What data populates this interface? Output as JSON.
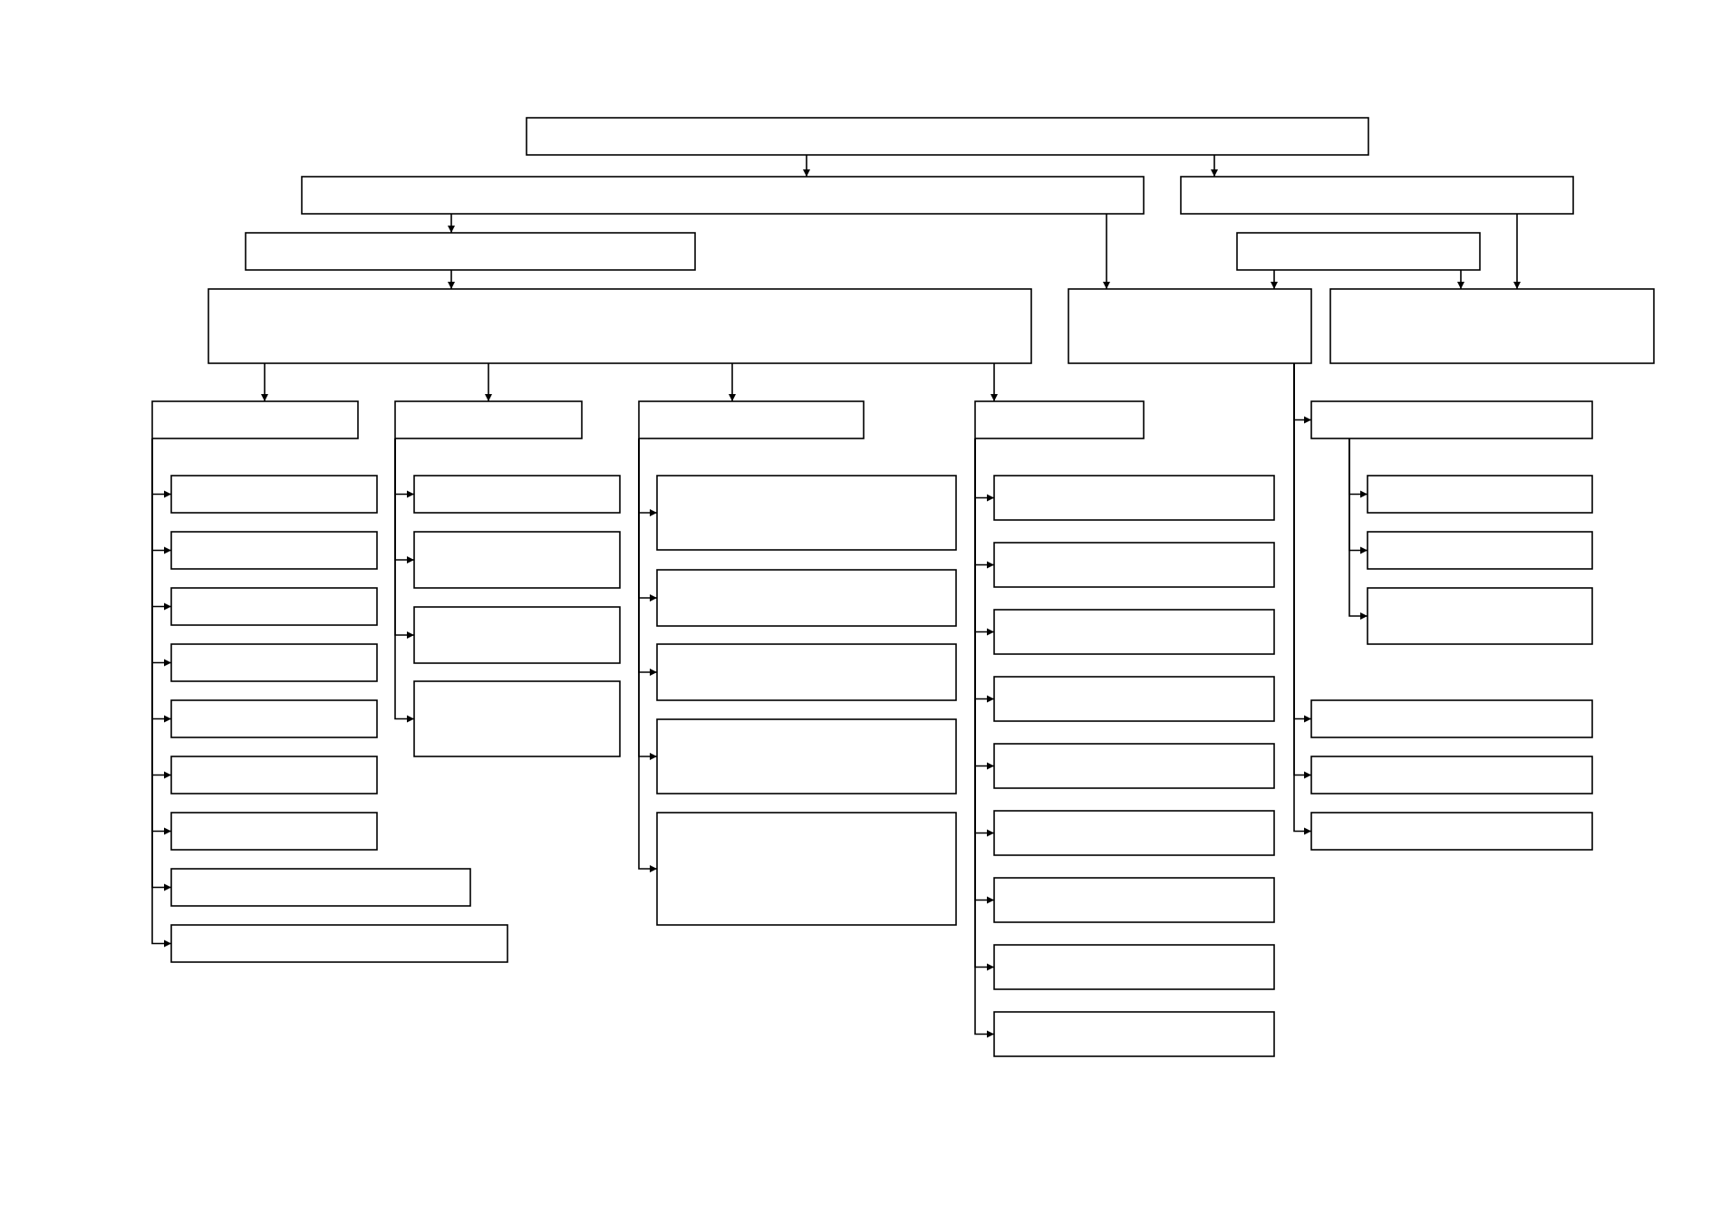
{
  "diagram": {
    "type": "hierarchy-chart",
    "colors": {
      "stroke": "#000000",
      "background": "#ffffff",
      "box_fill": "#ffffff"
    },
    "nodes": [
      {
        "id": "root",
        "label": ""
      },
      {
        "id": "l1-left",
        "label": ""
      },
      {
        "id": "l1-right",
        "label": ""
      },
      {
        "id": "l2-left",
        "label": ""
      },
      {
        "id": "l2-right",
        "label": ""
      },
      {
        "id": "l3-main",
        "label": ""
      },
      {
        "id": "l3-mid",
        "label": ""
      },
      {
        "id": "l3-right",
        "label": ""
      },
      {
        "id": "g1-head",
        "label": ""
      },
      {
        "id": "g2-head",
        "label": ""
      },
      {
        "id": "g3-head",
        "label": ""
      },
      {
        "id": "g4-head",
        "label": ""
      },
      {
        "id": "g5-head",
        "label": ""
      },
      {
        "id": "g1-item-1",
        "label": ""
      },
      {
        "id": "g1-item-2",
        "label": ""
      },
      {
        "id": "g1-item-3",
        "label": ""
      },
      {
        "id": "g1-item-4",
        "label": ""
      },
      {
        "id": "g1-item-5",
        "label": ""
      },
      {
        "id": "g1-item-6",
        "label": ""
      },
      {
        "id": "g1-item-7",
        "label": ""
      },
      {
        "id": "g1-item-8",
        "label": ""
      },
      {
        "id": "g1-item-9",
        "label": ""
      },
      {
        "id": "g2-item-1",
        "label": ""
      },
      {
        "id": "g2-item-2",
        "label": ""
      },
      {
        "id": "g2-item-3",
        "label": ""
      },
      {
        "id": "g2-item-4",
        "label": ""
      },
      {
        "id": "g3-item-1",
        "label": ""
      },
      {
        "id": "g3-item-2",
        "label": ""
      },
      {
        "id": "g3-item-3",
        "label": ""
      },
      {
        "id": "g3-item-4",
        "label": ""
      },
      {
        "id": "g3-item-5",
        "label": ""
      },
      {
        "id": "g4-item-1",
        "label": ""
      },
      {
        "id": "g4-item-2",
        "label": ""
      },
      {
        "id": "g4-item-3",
        "label": ""
      },
      {
        "id": "g4-item-4",
        "label": ""
      },
      {
        "id": "g4-item-5",
        "label": ""
      },
      {
        "id": "g4-item-6",
        "label": ""
      },
      {
        "id": "g4-item-7",
        "label": ""
      },
      {
        "id": "g4-item-8",
        "label": ""
      },
      {
        "id": "g4-item-9",
        "label": ""
      },
      {
        "id": "g5-sub-1",
        "label": ""
      },
      {
        "id": "g5-sub-2",
        "label": ""
      },
      {
        "id": "g5-sub-3",
        "label": ""
      },
      {
        "id": "g5-item-1",
        "label": ""
      },
      {
        "id": "g5-item-2",
        "label": ""
      },
      {
        "id": "g5-item-3",
        "label": ""
      }
    ],
    "edges": [
      {
        "from": "root",
        "to": "l1-left"
      },
      {
        "from": "root",
        "to": "l1-right"
      },
      {
        "from": "l1-left",
        "to": "l2-left"
      },
      {
        "from": "l1-left",
        "to": "l3-mid"
      },
      {
        "from": "l1-right",
        "to": "l3-right"
      },
      {
        "from": "l2-left",
        "to": "l3-main"
      },
      {
        "from": "l2-right",
        "to": "l3-mid"
      },
      {
        "from": "l2-right",
        "to": "l3-right"
      },
      {
        "from": "l3-main",
        "to": "g1-head"
      },
      {
        "from": "l3-main",
        "to": "g2-head"
      },
      {
        "from": "l3-main",
        "to": "g3-head"
      },
      {
        "from": "l3-main",
        "to": "g4-head"
      },
      {
        "from": "l3-mid",
        "to": "g5-head"
      },
      {
        "from": "g1-head",
        "to": "g1-item-1"
      },
      {
        "from": "g1-head",
        "to": "g1-item-2"
      },
      {
        "from": "g1-head",
        "to": "g1-item-3"
      },
      {
        "from": "g1-head",
        "to": "g1-item-4"
      },
      {
        "from": "g1-head",
        "to": "g1-item-5"
      },
      {
        "from": "g1-head",
        "to": "g1-item-6"
      },
      {
        "from": "g1-head",
        "to": "g1-item-7"
      },
      {
        "from": "g1-head",
        "to": "g1-item-8"
      },
      {
        "from": "g1-head",
        "to": "g1-item-9"
      },
      {
        "from": "g2-head",
        "to": "g2-item-1"
      },
      {
        "from": "g2-head",
        "to": "g2-item-2"
      },
      {
        "from": "g2-head",
        "to": "g2-item-3"
      },
      {
        "from": "g2-head",
        "to": "g2-item-4"
      },
      {
        "from": "g3-head",
        "to": "g3-item-1"
      },
      {
        "from": "g3-head",
        "to": "g3-item-2"
      },
      {
        "from": "g3-head",
        "to": "g3-item-3"
      },
      {
        "from": "g3-head",
        "to": "g3-item-4"
      },
      {
        "from": "g3-head",
        "to": "g3-item-5"
      },
      {
        "from": "g4-head",
        "to": "g4-item-1"
      },
      {
        "from": "g4-head",
        "to": "g4-item-2"
      },
      {
        "from": "g4-head",
        "to": "g4-item-3"
      },
      {
        "from": "g4-head",
        "to": "g4-item-4"
      },
      {
        "from": "g4-head",
        "to": "g4-item-5"
      },
      {
        "from": "g4-head",
        "to": "g4-item-6"
      },
      {
        "from": "g4-head",
        "to": "g4-item-7"
      },
      {
        "from": "g4-head",
        "to": "g4-item-8"
      },
      {
        "from": "g4-head",
        "to": "g4-item-9"
      },
      {
        "from": "g5-head",
        "to": "g5-sub-1"
      },
      {
        "from": "g5-head",
        "to": "g5-sub-2"
      },
      {
        "from": "g5-head",
        "to": "g5-sub-3"
      },
      {
        "from": "l3-mid",
        "to": "g5-item-1"
      },
      {
        "from": "l3-mid",
        "to": "g5-item-2"
      },
      {
        "from": "l3-mid",
        "to": "g5-item-3"
      }
    ]
  }
}
